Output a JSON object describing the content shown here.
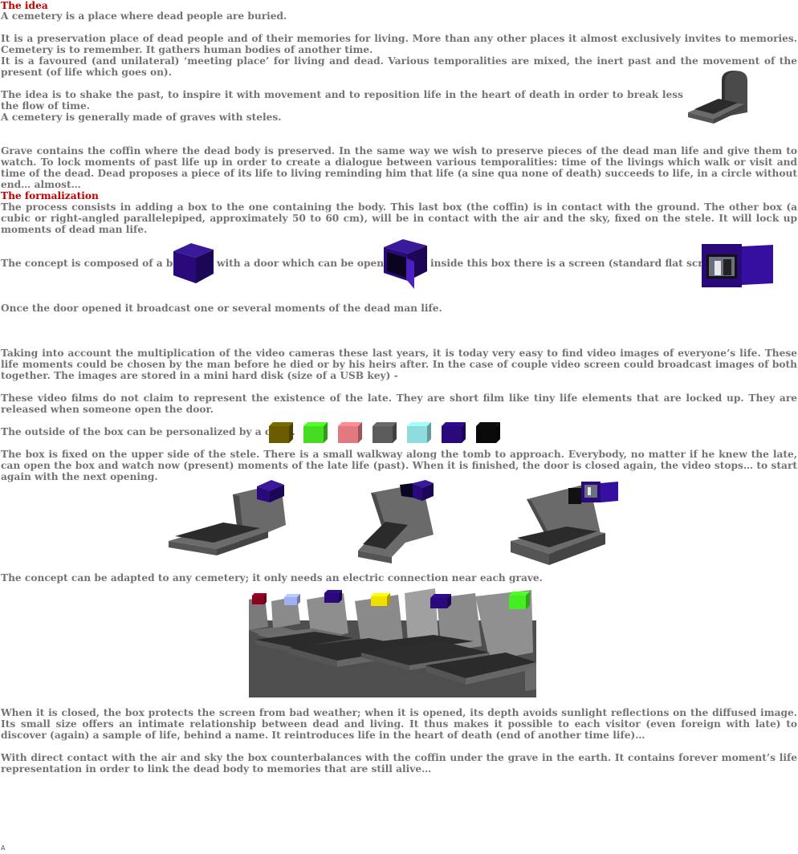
{
  "idea": {
    "heading": "The idea",
    "p1": "A cemetery is a place where dead people are buried.",
    "p2": "It is a preservation place of dead people and of their memories for living. More than any other places it almost exclusively invites to memories. Cemetery is to remember. It gathers human bodies of another time.",
    "p3": "It is a favoured (and unilateral) ‘meeting place’ for living and dead. Various temporalities are mixed, the inert past and the movement of the present (of life which goes on).",
    "p4": "The idea is to shake the past, to inspire it with movement and to reposition life in the heart of death in order to break less the flow of time.",
    "p5": "A cemetery is generally made of graves with steles.",
    "p6": "Grave contains the coffin where the dead body is preserved. In the same way we wish to preserve pieces of the dead man life and give them to watch. To lock moments of past life up in order to create a dialogue between various temporalities: time of the livings which walk or visit and time of the dead. Dead proposes a piece of its life to living reminding him that life (a sine qua none of death) succeeds to life, in a circle without end… almost…"
  },
  "formalization": {
    "heading": "The formalization",
    "p1": "The process consists in adding a box to the one containing the body. This last box (the coffin) is in contact with the ground. The other box (a cubic or right-angled parallelepiped, approximately 50 to 60 cm), will be in contact with the air and the sky, fixed on the stele. It will lock up moments of dead man life.",
    "concept_a": "The concept is composed of a box,",
    "concept_b": "with a door which can be opened",
    "concept_c": "inside this box there is a screen (standard flat screen).",
    "p2": "Once the door opened it broadcast one or several moments of the dead man life.",
    "p3": " Taking into account the multiplication of the video cameras these last years, it is today very easy to find video images of everyone’s life. These life moments could be chosen by the man before he died or by his heirs after. In the case of couple video screen could broadcast images of both together. The images are stored in a mini hard disk (size of a USB key) -",
    "p4": "These video films do not claim to represent the existence of the late. They are short film like tiny life elements that are locked up. They are released when someone open the door.",
    "colors_text": "The outside of the box can be personalized by a color.",
    "p5": "The box is fixed on the upper side of the stele. There is a small walkway along the tomb to approach. Everybody, no matter if he knew the late, can open the box and watch now (present) moments of the late life (past). When it is finished, the door is closed again, the video stops… to start again with the next opening.",
    "p6": "The concept can be adapted to any cemetery; it only needs an electric connection near each grave.",
    "p7": "When it is closed, the box protects the screen from bad weather; when it is opened, its depth avoids sunlight reflections on the diffused image. Its small size offers an intimate relationship between dead and living. It thus makes it possible to each visitor (even foreign with late) to discover (again) a sample of life, behind a name. It reintroduces life in the heart of death (end of another time life)…",
    "p8": "With direct contact with the air and sky the box counterbalances with the coffin under the grave in the earth. It contains forever moment’s life representation in order to link the dead body to memories that are still alive…"
  },
  "colors": {
    "text": "#737373",
    "heading": "#c00000",
    "box_purple": "#2a0a7a",
    "swatches": [
      "#6b5c00",
      "#44dd22",
      "#e07a80",
      "#5c5c5c",
      "#8fdcdc",
      "#2a0a7a",
      "#0a0a0a"
    ],
    "cemetery_boxes": [
      "#8b0020",
      "#a0b0f0",
      "#2a0a7a",
      "#f0e000",
      "#2a0a7a",
      "#44ee22"
    ]
  },
  "footer": {
    "mark": "A"
  }
}
